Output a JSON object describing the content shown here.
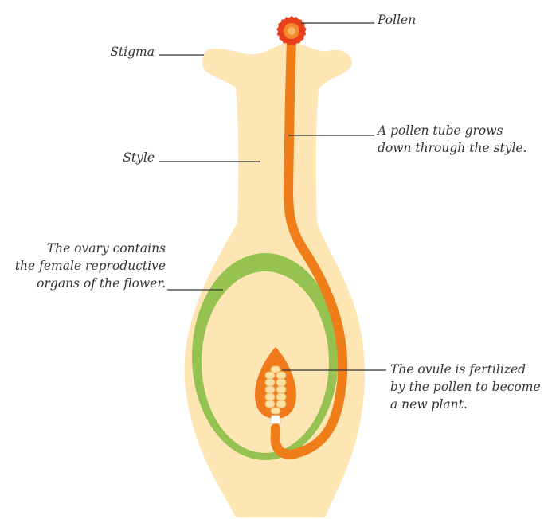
{
  "labels": {
    "pollen": "Pollen",
    "stigma": "Stigma",
    "style": "Style",
    "pollen_tube": [
      "A pollen tube grows",
      "down through the style."
    ],
    "ovary": [
      "The ovary contains",
      "the female reproductive",
      "organs of the flower."
    ],
    "ovule": [
      "The ovule is fertilized",
      "by the pollen to become",
      "a new plant."
    ]
  },
  "colors": {
    "flower_body": "#FDE6B4",
    "ovary_wall": "#95C250",
    "ovary_inner": "#FDE6B4",
    "pollen_tube": "#EE7D1A",
    "pollen_grain": "#E8401C",
    "ovule": "#F07A1A",
    "egg_cells": "#FBE3A7",
    "leader_line": "#333333",
    "text": "#333333"
  }
}
